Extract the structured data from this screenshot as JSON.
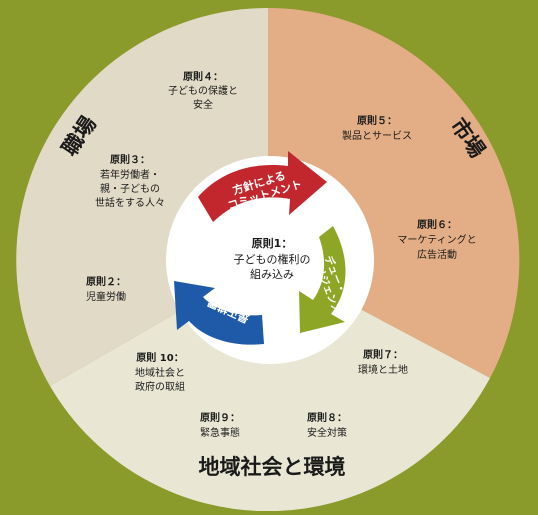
{
  "colors": {
    "background": "#8a9a2b",
    "workplace": "#e1dac7",
    "marketplace": "#e3ae86",
    "community": "#e9e7d4",
    "center": "#ffffff",
    "arrow_red": "#c1272d",
    "arrow_green": "#8ea626",
    "arrow_blue": "#1f5aa8",
    "text": "#1a1a1a"
  },
  "sectors": {
    "workplace": "職場",
    "marketplace": "市場",
    "community": "地域社会と環境"
  },
  "principles": [
    {
      "id": "p1",
      "title": "原則1：",
      "lines": [
        "子どもの権利の",
        "組み込み"
      ]
    },
    {
      "id": "p2",
      "title": "原則２：",
      "lines": [
        "児童労働"
      ]
    },
    {
      "id": "p3",
      "title": "原則３：",
      "lines": [
        "若年労働者・",
        "親・子どもの",
        "世話をする人々"
      ]
    },
    {
      "id": "p4",
      "title": "原則４：",
      "lines": [
        "子どもの保護と",
        "安全"
      ]
    },
    {
      "id": "p5",
      "title": "原則５：",
      "lines": [
        "製品とサービス"
      ]
    },
    {
      "id": "p6",
      "title": "原則６：",
      "lines": [
        "マーケティングと",
        "広告活動"
      ]
    },
    {
      "id": "p7",
      "title": "原則７：",
      "lines": [
        "環境と土地"
      ]
    },
    {
      "id": "p8",
      "title": "原則８：",
      "lines": [
        "安全対策"
      ]
    },
    {
      "id": "p9",
      "title": "原則９：",
      "lines": [
        "緊急事態"
      ]
    },
    {
      "id": "p10",
      "title": "原則 10：",
      "lines": [
        "地域社会と",
        "政府の取組"
      ]
    }
  ],
  "cycle": {
    "commitment": [
      "方針による",
      "コミットメント"
    ],
    "due_diligence": [
      "デュー・",
      "ディリジェンス"
    ],
    "remedy": "是正措置"
  }
}
